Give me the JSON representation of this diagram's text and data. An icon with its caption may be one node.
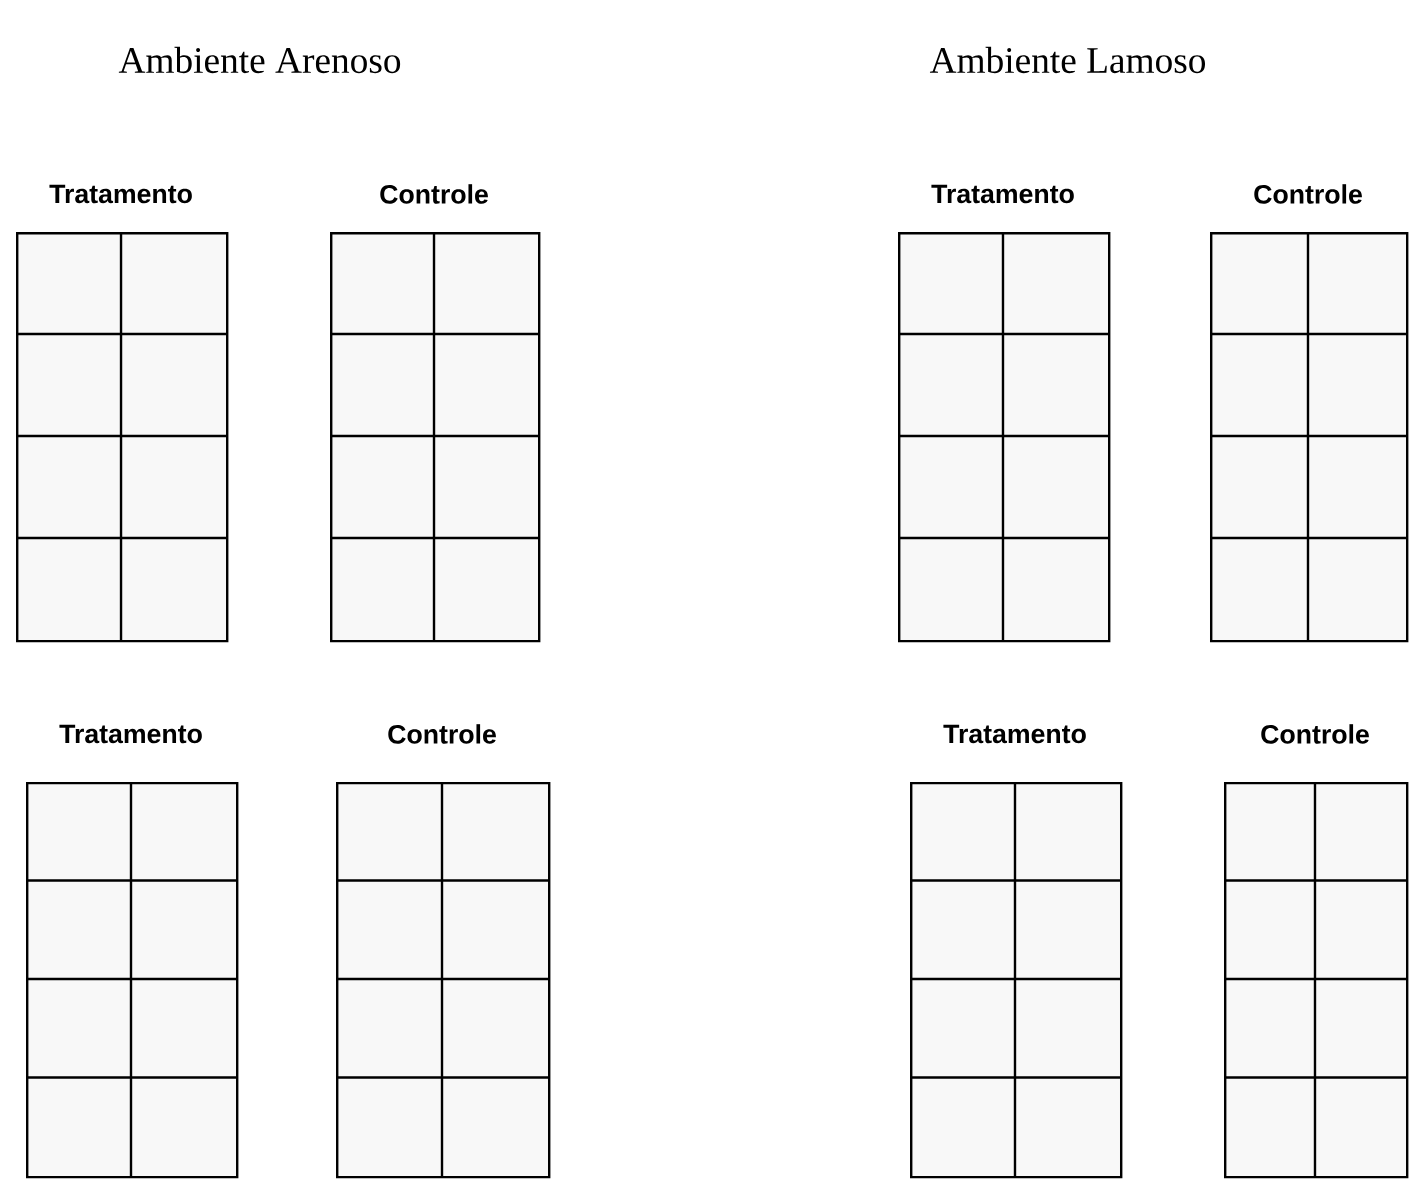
{
  "diagram": {
    "nodes": [
      {
        "text": [
          "Tratamento"
        ]
      },
      {
        "text": [
          "Controle"
        ]
      },
      {
        "text": [
          "Tratamento"
        ]
      },
      {
        "text": [
          "Controle"
        ]
      },
      {
        "text": [
          "Tratamento"
        ]
      },
      {
        "text": [
          "Controle"
        ]
      },
      {
        "text": [
          "Tratamento"
        ]
      },
      {
        "text": [
          "Controle"
        ]
      }
    ],
    "labels": [
      "Ambiente Arenoso",
      "Ambiente Lamoso"
    ]
  }
}
